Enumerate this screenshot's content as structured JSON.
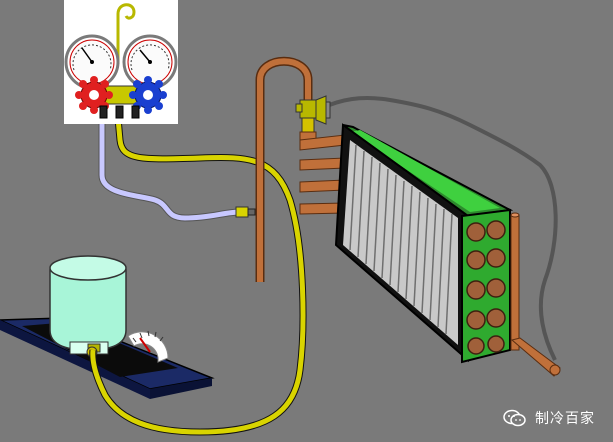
{
  "scene": {
    "background": "#7a7a7a",
    "components": {
      "manifold_gauge": "manifold-gauge-set",
      "refrigerant_tank": "refrigerant-cylinder-on-scale",
      "evaporator": "finned-coil-evaporator",
      "access_valve": "service-access-valve"
    },
    "hose_colors": {
      "charging_hose": "#d9d400",
      "low_side_hose": "#c8c8ff",
      "copper_pipe": "#c0703a",
      "capillary_line": "#555555"
    },
    "scale_reading_percent": 40
  },
  "watermark": {
    "label": "制冷百家"
  }
}
